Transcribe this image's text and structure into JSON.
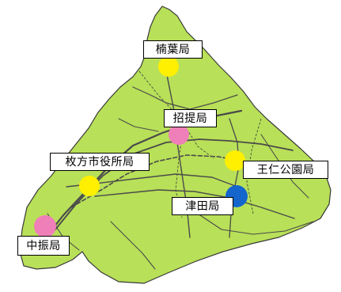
{
  "map": {
    "land_color": "#b8e058",
    "road_color": "#4a4a4a",
    "boundary_color": "#3a3a3a"
  },
  "offices": [
    {
      "name": "楠葉局",
      "marker_color": "#ffef00"
    },
    {
      "name": "招提局",
      "marker_color": "#ef7fb8"
    },
    {
      "name": "枚方市役所局",
      "marker_color": "#ffef00"
    },
    {
      "name": "王仁公園局",
      "marker_color": "#ffef00"
    },
    {
      "name": "津田局",
      "marker_color": "#1466cc"
    },
    {
      "name": "中振局",
      "marker_color": "#ef7fb8"
    }
  ]
}
